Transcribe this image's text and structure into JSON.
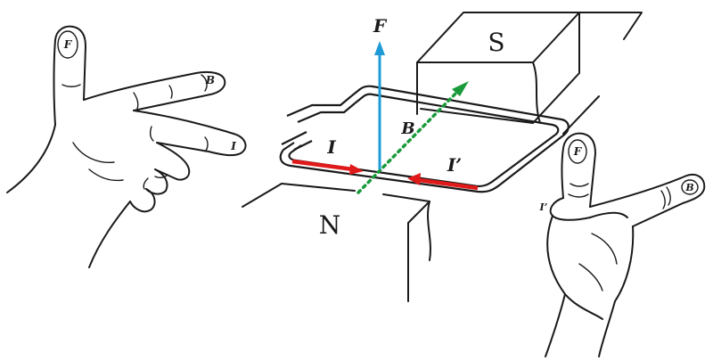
{
  "labels": {
    "force": "F",
    "field": "B",
    "current": "I",
    "current_prime": "I’",
    "north_pole": "N",
    "south_pole": "S"
  },
  "left_hand": {
    "thumb_label": "F",
    "index_label": "B",
    "middle_label": "I"
  },
  "right_hand": {
    "thumb_label": "F",
    "index_label": "B",
    "middle_label": "I’"
  },
  "colors": {
    "force_arrow": "#1e9bd7",
    "field_arrow": "#1a9a3a",
    "current_arrow": "#e01a1a",
    "ink": "#1a1a1a"
  }
}
